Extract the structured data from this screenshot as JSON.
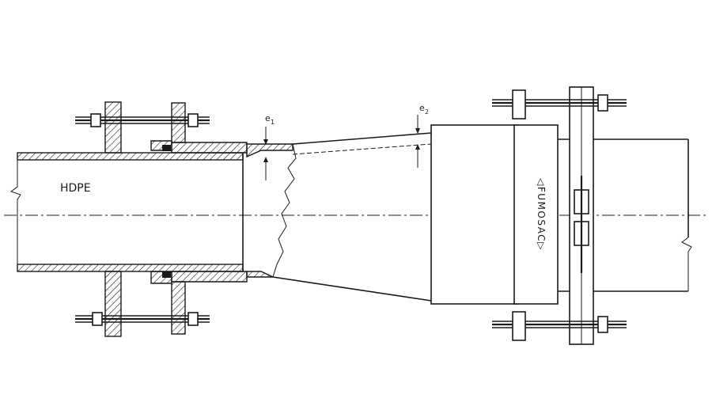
{
  "labels": {
    "pipe_material": "HDPE",
    "brand": "◁FUMOSAC▷",
    "thickness_1": "e",
    "thickness_1_sub": "1",
    "thickness_2": "e",
    "thickness_2_sub": "2"
  },
  "colors": {
    "ink": "#1a1a1a",
    "paper": "#ffffff"
  }
}
